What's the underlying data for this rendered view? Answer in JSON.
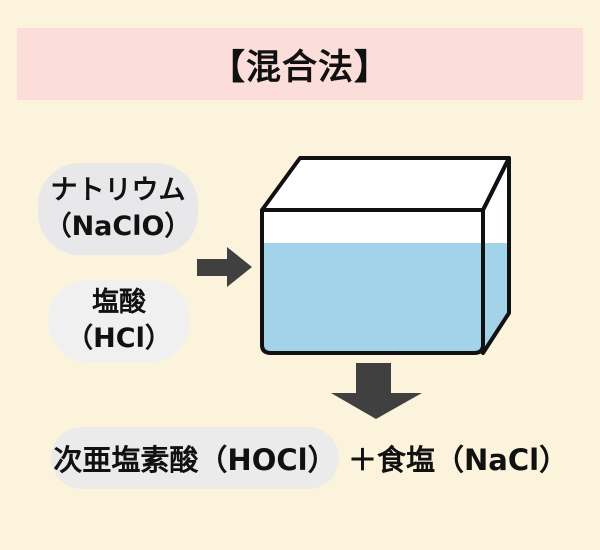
{
  "canvas": {
    "background_color": "#FCF3DC"
  },
  "header": {
    "title": "【混合法】",
    "banner_color": "#FBDEDA",
    "text_color": "#111111"
  },
  "reactants": [
    {
      "name": "ナトリウム",
      "formula": "（NaClO）",
      "bubble_color": "#E8E8EA"
    },
    {
      "name": "塩酸",
      "formula": "（HCl）",
      "bubble_color": "#F0F0F0"
    }
  ],
  "mixer": {
    "liquid_color": "#A3D3E8",
    "outline_color": "#111111",
    "face_color": "#FFFFFF"
  },
  "icons": {
    "right_arrow": "right-arrow-icon",
    "down_arrow": "down-arrow-icon",
    "arrow_color": "#404040"
  },
  "products": [
    {
      "label": "次亜塩素酸（HOCl）",
      "bubble_color": "#EBEBEB"
    },
    {
      "label": "＋食塩（NaCl）"
    }
  ]
}
